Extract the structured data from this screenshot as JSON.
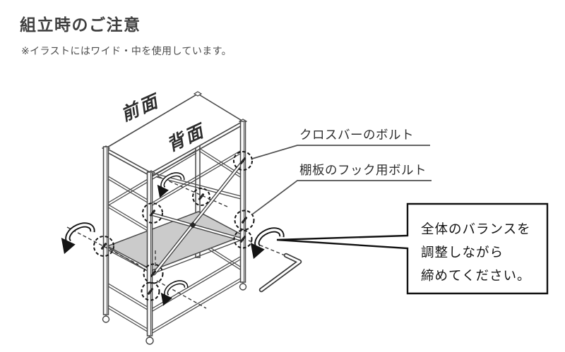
{
  "page": {
    "title": "組立時のご注意",
    "subtitle": "※イラストにはワイド・中を使用しています。"
  },
  "diagram": {
    "front_face_label": "前面",
    "back_face_label": "背面",
    "callouts": {
      "crossbar_bolt": "クロスバーのボルト",
      "shelf_hook_bolt": "棚板のフック用ボルト"
    },
    "note_box": {
      "line1": "全体のバランスを",
      "line2": "調整しながら",
      "line3": "締めてください。"
    },
    "colors": {
      "heading_text": "#3f3f3f",
      "body_text": "#4c4c4c",
      "line_art": "#4a4a4a",
      "shelf_fill": "#cbcbcb",
      "callout_ink": "#2f2f2f",
      "note_box_border": "#111111"
    }
  }
}
